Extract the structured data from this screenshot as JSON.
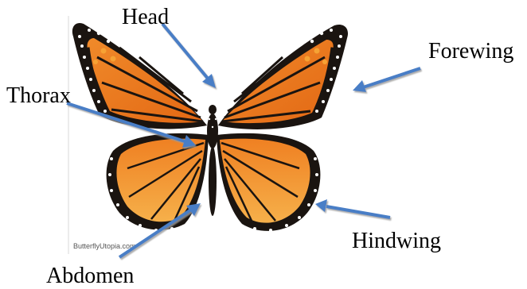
{
  "labels": {
    "head": "Head",
    "forewing": "Forewing",
    "thorax": "Thorax",
    "hindwing": "Hindwing",
    "abdomen": "Abdomen"
  },
  "watermark": "ButterflyUtopia.com",
  "colors": {
    "wing_orange": "#e8731c",
    "wing_light": "#f4a53e",
    "vein_black": "#1a1410",
    "arrow_blue": "#4a7ec6",
    "spot_white": "#ffffff"
  }
}
